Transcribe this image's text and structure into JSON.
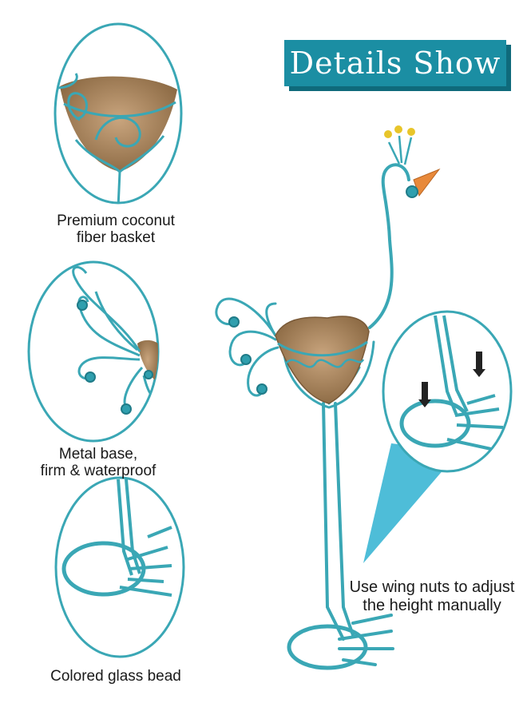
{
  "title": "Details Show",
  "captions": {
    "basket": "Premium coconut\nfiber basket",
    "base": "Metal base,\nfirm & waterproof",
    "bead": "Colored glass bead",
    "wingnuts": "Use wing nuts to adjust\nthe height manually"
  },
  "colors": {
    "metal": "#3aa7b5",
    "banner": "#1b8ea3",
    "basket": "#a07d58",
    "beak": "#e8893a",
    "plume": "#e8c52a",
    "pointer": "#2fb2d1"
  }
}
